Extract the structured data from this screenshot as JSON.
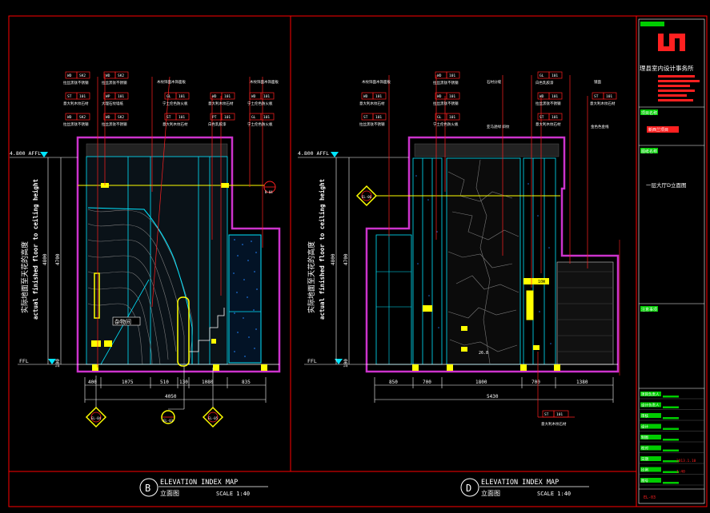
{
  "colors": {
    "frame": "#ff0000",
    "wall": "#cc33cc",
    "cyan": "#00e5ff",
    "yellow": "#ffff00",
    "green": "#00cc00",
    "white": "#ffffff",
    "red": "#ff2020"
  },
  "left": {
    "level_label": "4.800 AFFL",
    "ffl_label": "FFL",
    "vertical_cn": "实际地面至天花的高度",
    "vertical_en": "actual finished floor to ceiling height",
    "height_dims": [
      "4800",
      "4700",
      "100"
    ],
    "dims": [
      "400",
      "1075",
      "510",
      "130",
      "1080",
      "835"
    ],
    "total_dim": "4050",
    "note": "杂物间",
    "callouts": [
      "EL-04",
      "EL-03",
      "EL-05"
    ],
    "section_mark": "B-04",
    "tags": [
      {
        "code": "WD",
        "num": "SK2",
        "text": "拉丝黑钛不锈钢"
      },
      {
        "code": "ST",
        "num": "101",
        "text": "意大利木纹石材"
      },
      {
        "code": "WD",
        "num": "SK2",
        "text": "拉丝黑钛不锈钢"
      },
      {
        "code": "WD",
        "num": "SK2",
        "text": "拉丝黑钛不锈钢"
      },
      {
        "code": "WP",
        "num": "101",
        "text": "大理石纹墙纸"
      },
      {
        "code": "WD",
        "num": "SK2",
        "text": "拉丝黑钛不锈钢"
      },
      {
        "code": "GL",
        "num": "101",
        "text": "宁土伦色防火板"
      },
      {
        "code": "ST",
        "num": "101",
        "text": "意大利木纹石材"
      },
      {
        "code": "WD",
        "num": "101",
        "text": "意大利木纹石材"
      },
      {
        "code": "PT",
        "num": "101",
        "text": "白色乳胶漆"
      },
      {
        "code": "WD",
        "num": "101",
        "text": "宁土伦色防火板"
      },
      {
        "code": "GL",
        "num": "101",
        "text": "宁土伦色防火板"
      }
    ],
    "plain_notes": [
      "木纹饰面木饰面板",
      "木纹饰面木饰面板"
    ],
    "title": "ELEVATION INDEX MAP",
    "title_cn": "立面图",
    "scale": "SCALE 1:40",
    "index": "B"
  },
  "right": {
    "level_label": "4.800 AFFL",
    "ffl_label": "FFL",
    "vertical_cn": "实际地面至天花的高度",
    "vertical_en": "actual finished floor to ceiling height",
    "height_dims": [
      "4800",
      "4700",
      "100"
    ],
    "dims": [
      "850",
      "700",
      "1800",
      "700",
      "1380"
    ],
    "total_dim": "5430",
    "callout": "EL-06",
    "bottom_tag": {
      "code": "ST",
      "num": "101",
      "text": "意大利木纹石材"
    },
    "label_a": "26.8",
    "label_b": "10W",
    "tags": [
      {
        "code": "WD",
        "num": "101",
        "text": "意大利木纹石材"
      },
      {
        "code": "ST",
        "num": "101",
        "text": "拉丝黑钛不锈钢"
      },
      {
        "code": "WD",
        "num": "101",
        "text": "拉丝黑钛不锈钢"
      },
      {
        "code": "GL",
        "num": "101",
        "text": "宁土伦色防火板"
      },
      {
        "code": "WD",
        "num": "101",
        "text": "拉丝黑钛不锈钢"
      },
      {
        "code": "ST",
        "num": "101",
        "text": "意大利木纹石材"
      },
      {
        "code": "WD",
        "num": "101",
        "text": "拉丝黑钛不锈钢"
      },
      {
        "code": "GL",
        "num": "101",
        "text": "白色乳胶漆"
      },
      {
        "code": "ST",
        "num": "101",
        "text": "意大利木纹石材"
      }
    ],
    "plain_notes": [
      "木纹饰面木饰面板",
      "石材分缝",
      "亚马逊绿 斜纹",
      "镜面",
      "金色色金线"
    ],
    "title": "ELEVATION INDEX MAP",
    "title_cn": "立面图",
    "scale": "SCALE 1:40",
    "index": "D"
  },
  "title_block": {
    "company": "理县室内设计事务所",
    "project_label": "项目名称",
    "project_value": "新西兰项目",
    "drawing_label": "图纸名称",
    "drawing_value": "一层大厅D立面图",
    "note_label": "注意事项",
    "fields": [
      "项目负责人",
      "设计负责人",
      "审核",
      "设计",
      "制图",
      "校对",
      "日期",
      "比例",
      "图号"
    ],
    "values": [
      "",
      "",
      "",
      "",
      "",
      "",
      "2013.1.10",
      "1:40",
      ""
    ],
    "sheet": "EL-03"
  }
}
